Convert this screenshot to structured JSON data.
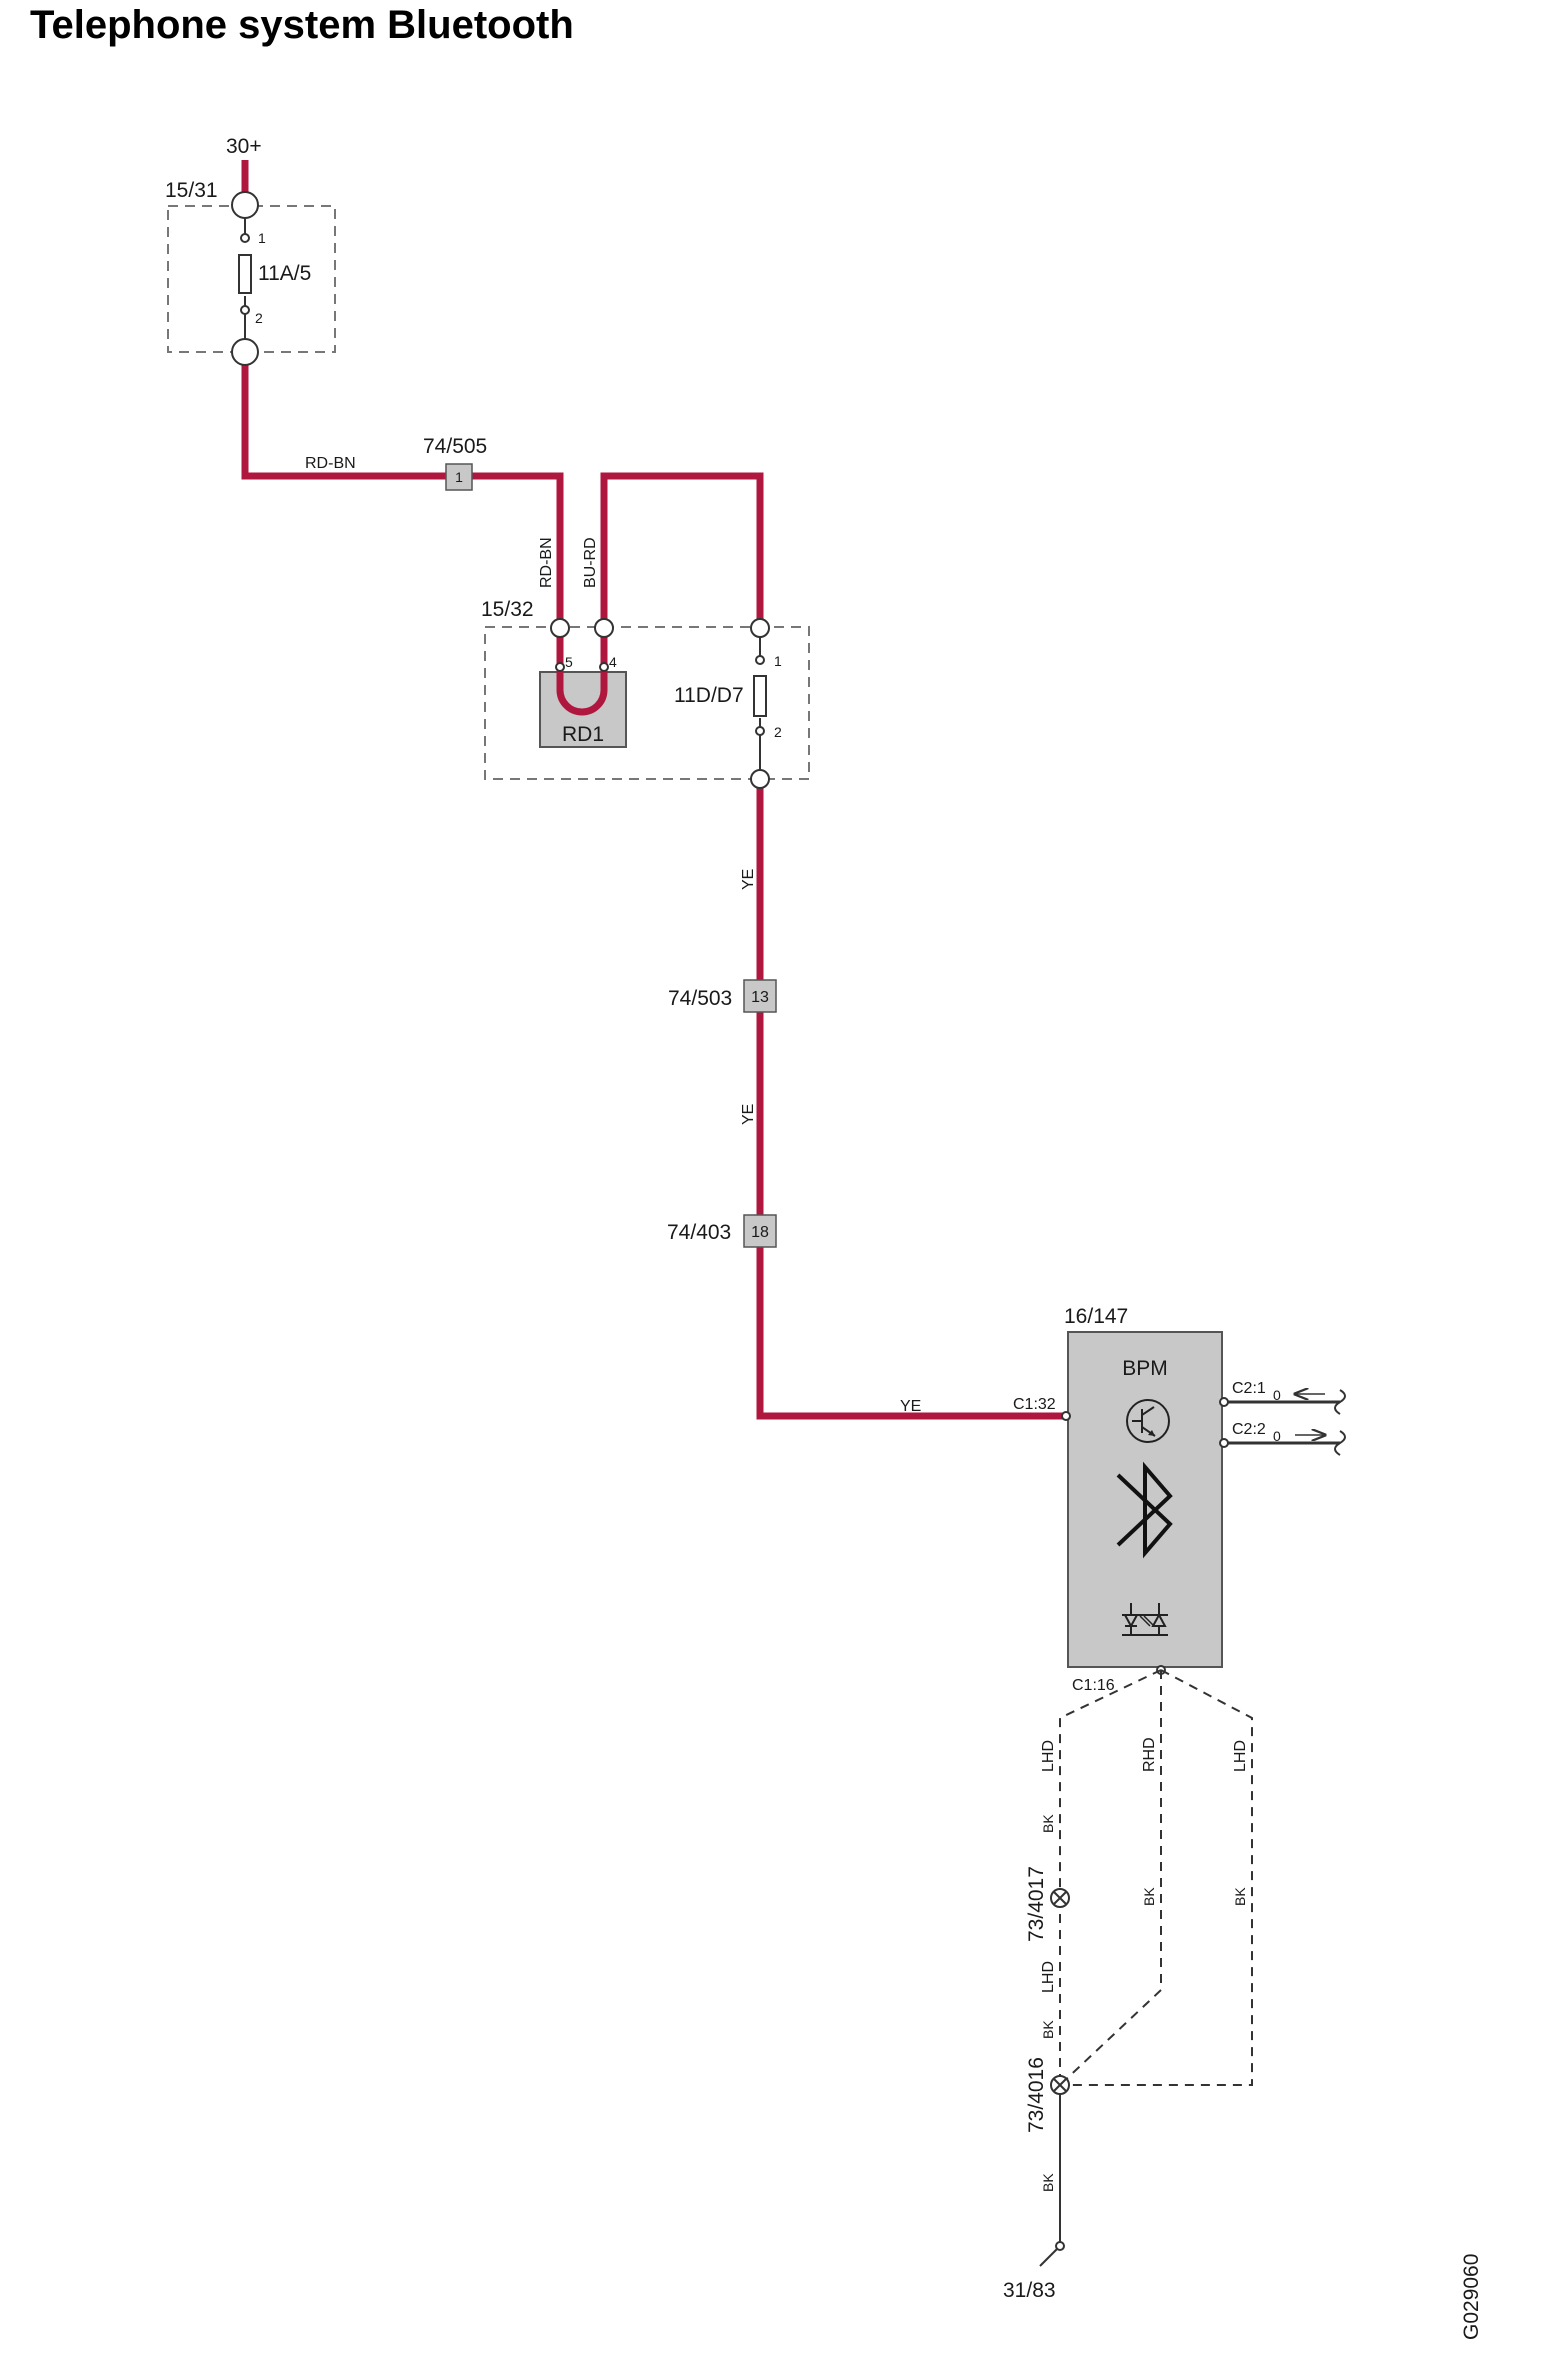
{
  "title": "Telephone system Bluetooth",
  "colors": {
    "wire": "#B0173F",
    "module": "#C8C8C8"
  },
  "labels": {
    "supply": "30+",
    "fusebox_1": "15/31",
    "fuse_1": "11A/5",
    "fuse_1_pin_in": "1",
    "fuse_1_pin_out": "2",
    "wire_rd_bn_h": "RD-BN",
    "connector_74_505": "74/505",
    "connector_74_505_pin": "1",
    "wire_rd_bn_v": "RD-BN",
    "wire_bu_rd_v": "BU-RD",
    "fusebox_2": "15/32",
    "relay_pin_5": "5",
    "relay_pin_4": "4",
    "relay": "RD1",
    "fuse_2": "11D/D7",
    "fuse_2_pin_in": "1",
    "fuse_2_pin_out": "2",
    "wire_ye_1": "YE",
    "connector_74_503": "74/503",
    "connector_74_503_pin": "13",
    "wire_ye_2": "YE",
    "connector_74_403": "74/403",
    "connector_74_403_pin": "18",
    "module_id": "16/147",
    "module_name": "BPM",
    "wire_ye_3": "YE",
    "pin_c1_32": "C1:32",
    "pin_c2_1": "C2:1",
    "pin_c2_1_val": "0",
    "pin_c2_2": "C2:2",
    "pin_c2_2_val": "0",
    "pin_c1_16": "C1:16",
    "lhd_1": "LHD",
    "rhd": "RHD",
    "lhd_2": "LHD",
    "bk_1": "BK",
    "bk_2": "BK",
    "bk_3": "BK",
    "ground_73_4017": "73/4017",
    "lhd_3": "LHD",
    "bk_4": "BK",
    "ground_73_4016": "73/4016",
    "bk_5": "BK",
    "ground_31_83": "31/83",
    "drawing_id": "G029060"
  }
}
